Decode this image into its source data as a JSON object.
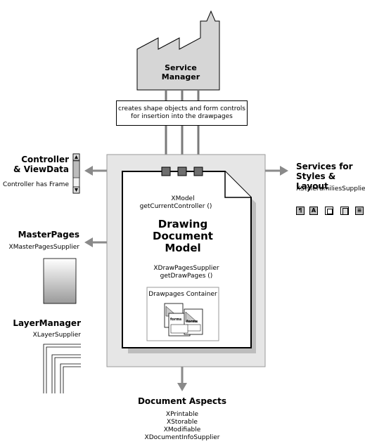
{
  "factory": {
    "title_line1": "Service",
    "title_line2": "Manager"
  },
  "creates": {
    "line1": "creates shape objects and form controls",
    "line2": "for insertion into the drawpages"
  },
  "controller": {
    "title_line1": "Controller",
    "title_line2": "& ViewData",
    "text": "Controller has Frame"
  },
  "masterpages": {
    "title": "MasterPages",
    "text": "XMasterPagesSupplier"
  },
  "layermanager": {
    "title": "LayerManager",
    "text": "XLayerSupplier"
  },
  "styles": {
    "title_line1": "Services for",
    "title_line2": "Styles & Layout",
    "text": "XStyleFamiliesSupplier",
    "icons": [
      "paragraph-style-icon",
      "character-style-icon",
      "frame-style-icon",
      "page-style-icon",
      "numbering-style-icon"
    ],
    "icon_glyphs": [
      "¶",
      "A",
      "",
      "",
      "≡"
    ]
  },
  "document": {
    "xmodel": "XModel",
    "getcontroller": "getCurrentController ()",
    "title_line1": "Drawing",
    "title_line2": "Document",
    "title_line3": "Model",
    "xdraw": "XDrawPagesSupplier",
    "getdraw": "getDrawPages ()",
    "container_title": "Drawpages Container",
    "forms_label": "forms"
  },
  "aspects": {
    "title": "Document Aspects",
    "items": [
      "XPrintable",
      "XStorable",
      "XModifiable",
      "XDocumentInfoSupplier"
    ]
  },
  "colors": {
    "factory_fill": "#d6d6d6",
    "outer_panel": "#e6e6e6",
    "arrow": "#8a8a8a",
    "connector": "#7a7a7a"
  }
}
